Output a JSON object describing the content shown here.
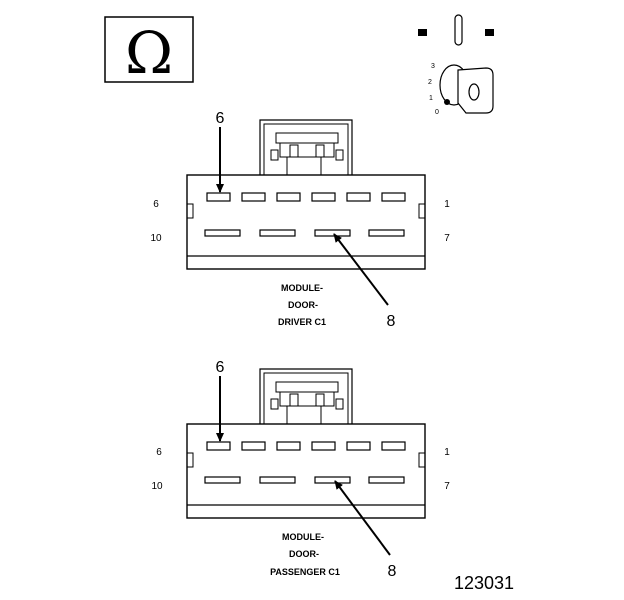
{
  "symbol": {
    "glyph": "Ω",
    "name": "ohmmeter-icon"
  },
  "ignition": {
    "positions": [
      "3",
      "2",
      "1",
      "0"
    ],
    "icons": [
      "ignition-key-icon",
      "ignition-switch-icon"
    ]
  },
  "connectors": [
    {
      "id": "driver",
      "callout_top": "6",
      "callout_bottom": "8",
      "pin_top_left": "6",
      "pin_top_right": "1",
      "pin_bottom_left": "10",
      "pin_bottom_right": "7",
      "caption": [
        "MODULE-",
        "DOOR-",
        "DRIVER C1"
      ]
    },
    {
      "id": "passenger",
      "callout_top": "6",
      "callout_bottom": "8",
      "pin_top_left": "6",
      "pin_top_right": "1",
      "pin_bottom_left": "10",
      "pin_bottom_right": "7",
      "caption": [
        "MODULE-",
        "DOOR-",
        "PASSENGER C1"
      ]
    }
  ],
  "figure_id": "123031"
}
